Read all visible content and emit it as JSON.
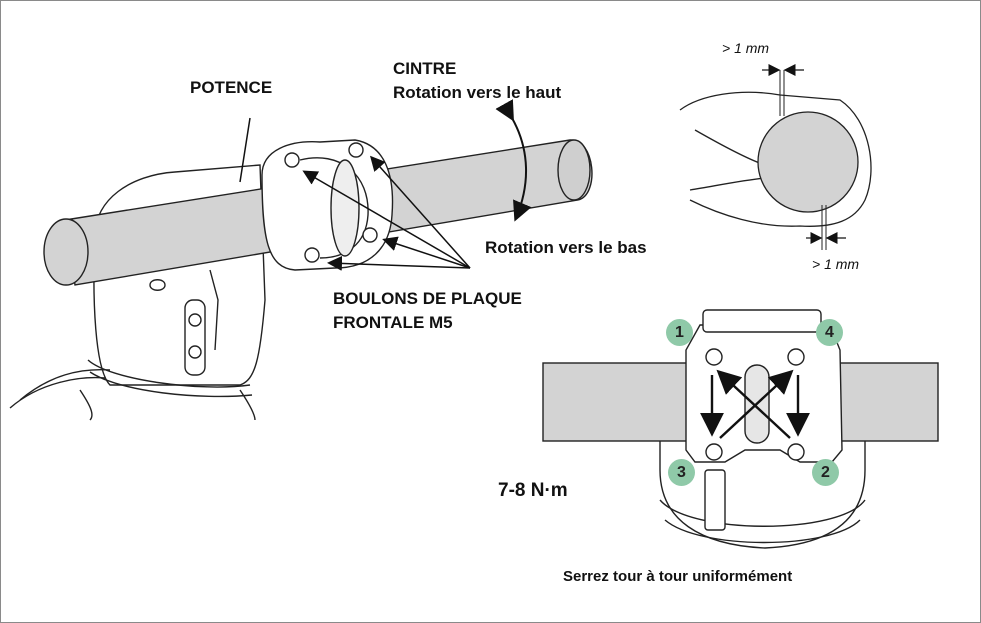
{
  "labels": {
    "potence": "POTENCE",
    "cintre": "CINTRE",
    "rotation_up": "Rotation vers le haut",
    "rotation_down": "Rotation vers le bas",
    "bolts_line1": "BOULONS DE PLAQUE",
    "bolts_line2": "FRONTALE M5",
    "gap_top": "> 1 mm",
    "gap_bottom": "> 1 mm",
    "torque": "7-8 N·m",
    "instruction": "Serrez tour à tour uniformément"
  },
  "bolt_order": [
    "1",
    "4",
    "3",
    "2"
  ],
  "colors": {
    "badge": "#8fc9a8",
    "bar_fill": "#d3d3d3",
    "line": "#222222"
  }
}
